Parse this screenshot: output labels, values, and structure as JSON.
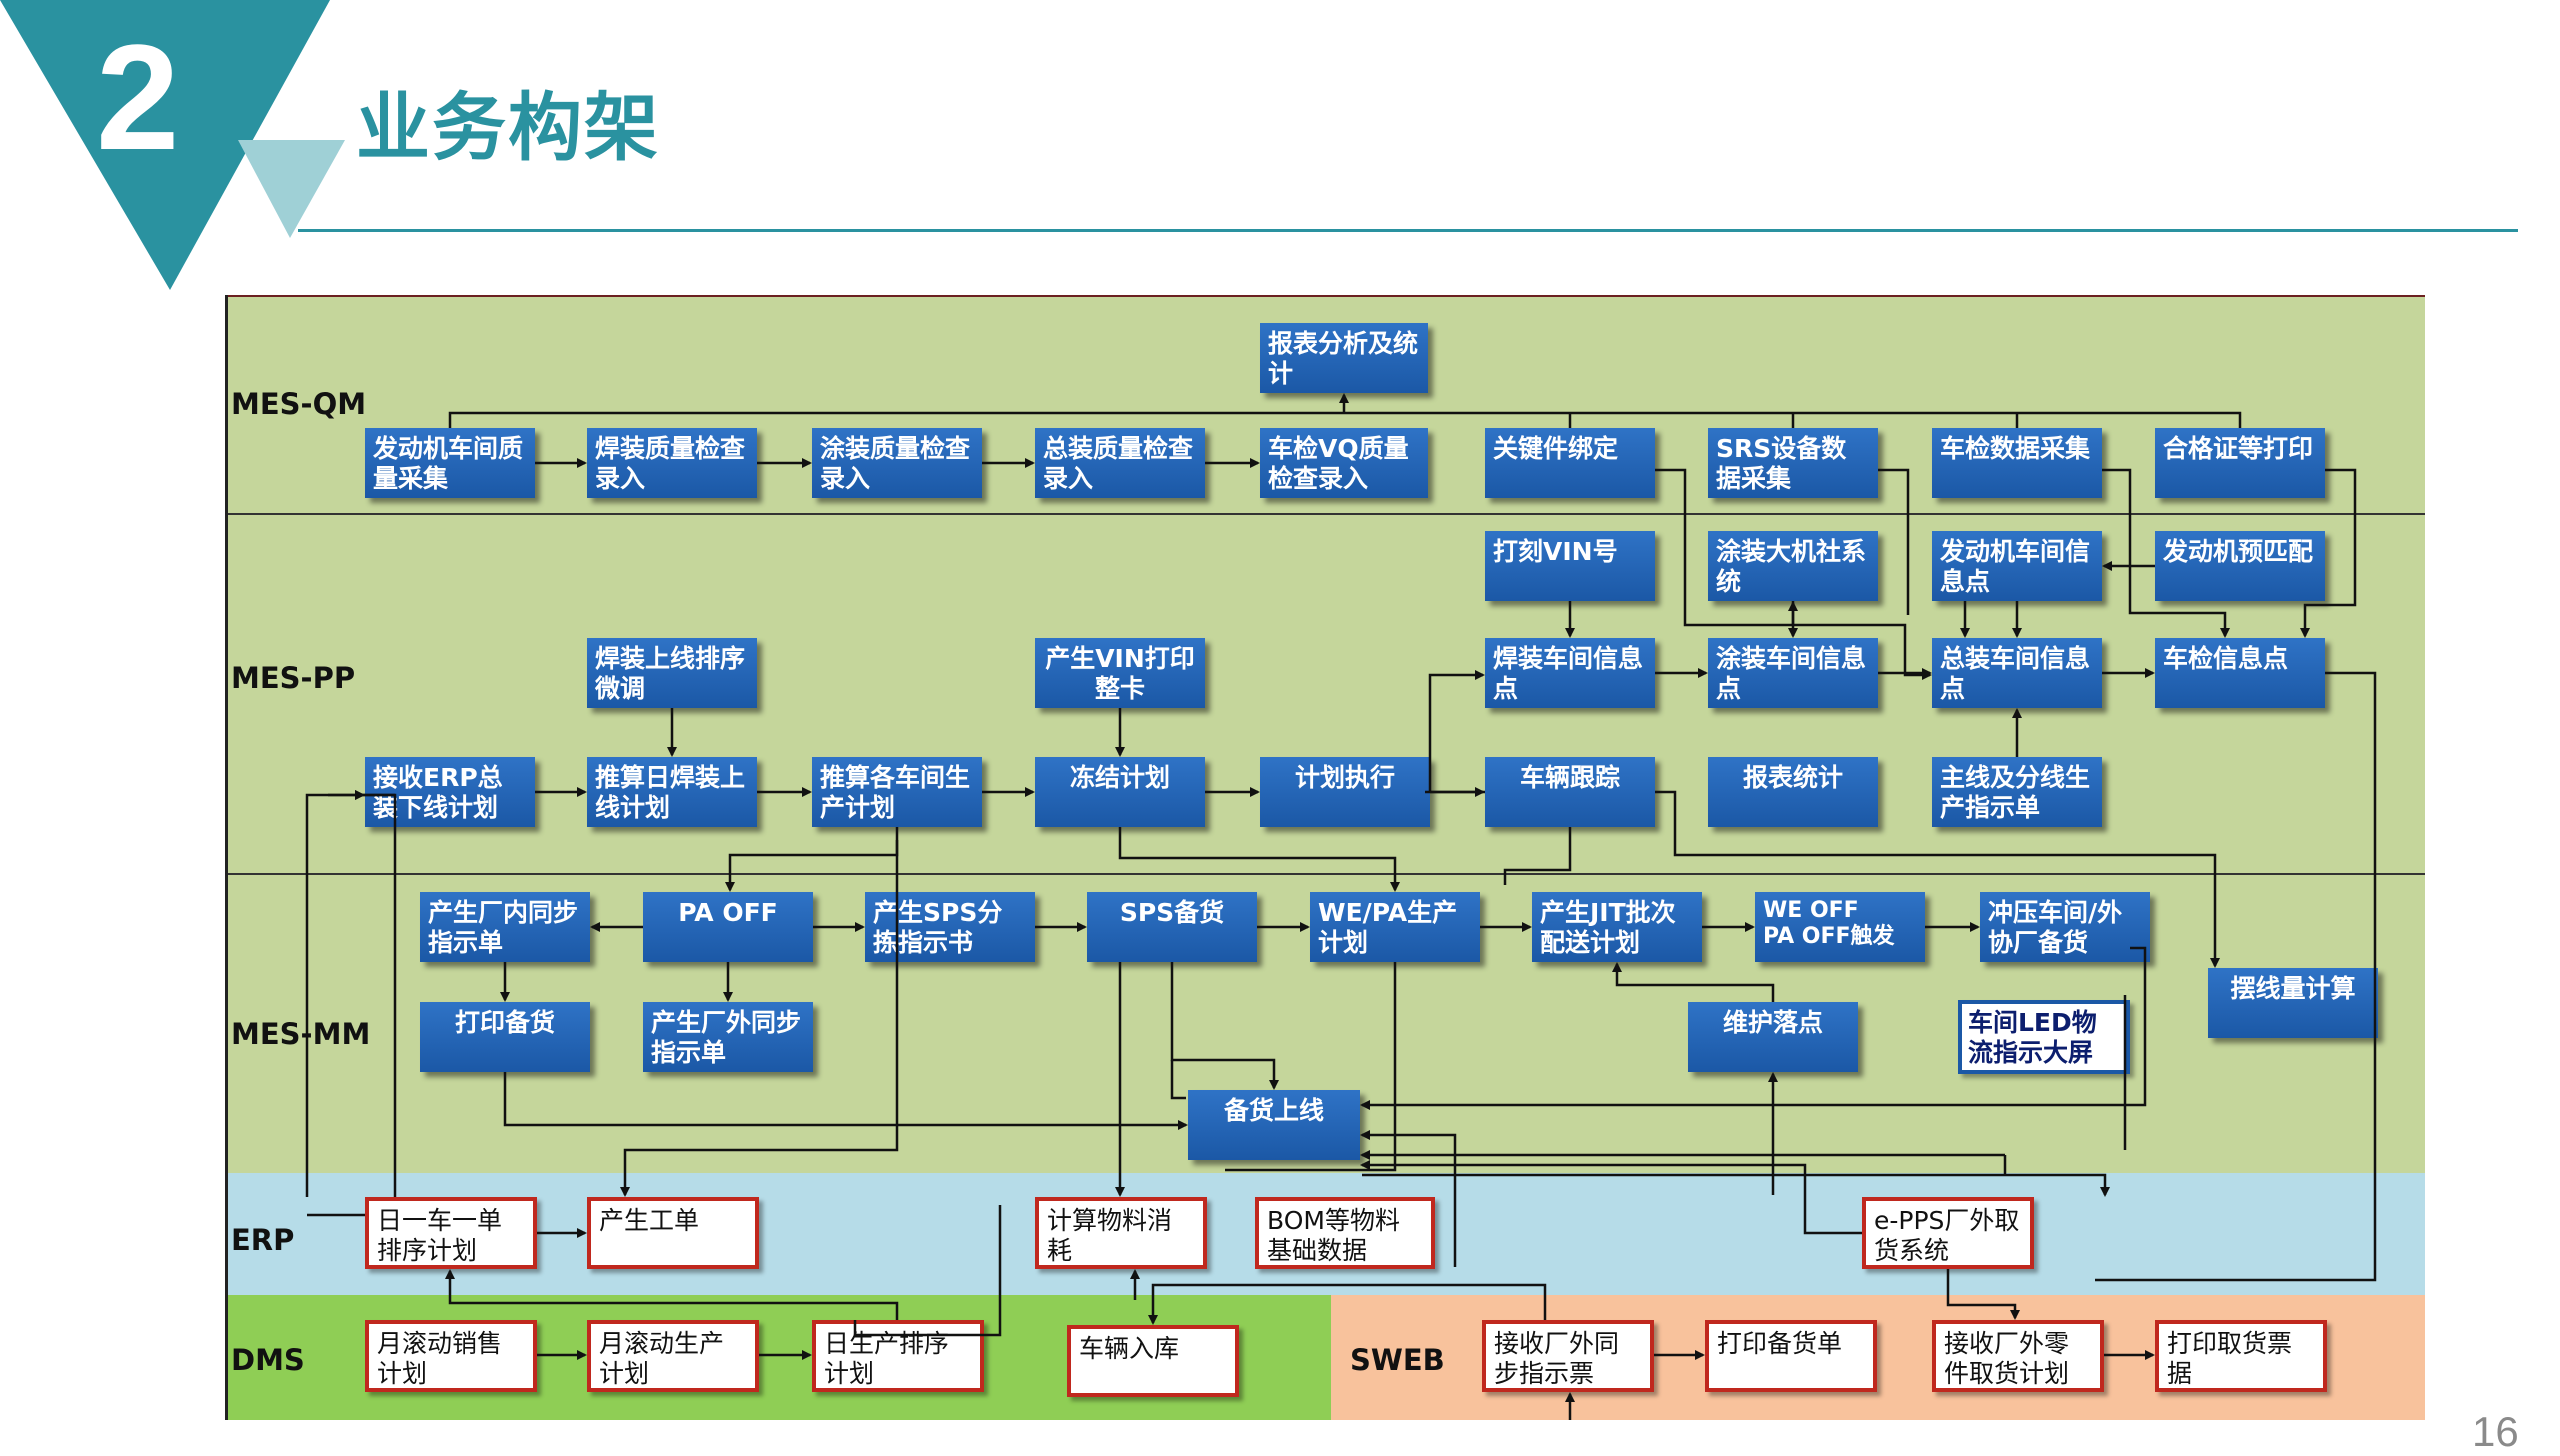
{
  "header": {
    "number": "2",
    "title": "业务构架"
  },
  "slide_number": "16",
  "bands": {
    "qm": "MES-QM",
    "pp": "MES-PP",
    "mm": "MES-MM",
    "erp": "ERP",
    "dms": "DMS",
    "sweb": "SWEB"
  },
  "nodes": {
    "qm_report": "报表分析及统计",
    "qm_engine": "发动机车间质量采集",
    "qm_weld": "焊装质量检查录入",
    "qm_paint": "涂装质量检查录入",
    "qm_assembly": "总装质量检查录入",
    "qm_vq": "车检VQ质量检查录入",
    "qm_keypart": "关键件绑定",
    "qm_srs": "SRS设备数据采集",
    "qm_inspect": "车检数据采集",
    "qm_cert": "合格证等打印",
    "pp_vin_engrave": "打刻VIN号",
    "pp_paint_robot": "涂装大机社系统",
    "pp_engine_info": "发动机车间信息点",
    "pp_engine_match": "发动机预匹配",
    "pp_weld_seq": "焊装上线排序微调",
    "pp_vin_print": "产生VIN打印整卡",
    "pp_weld_info": "焊装车间信息点",
    "pp_paint_info": "涂装车间信息点",
    "pp_assembly_info": "总装车间信息点",
    "pp_inspect_info": "车检信息点",
    "pp_recv_erp": "接收ERP总装下线计划",
    "pp_calc_weld": "推算日焊装上线计划",
    "pp_calc_shop": "推算各车间生产计划",
    "pp_freeze": "冻结计划",
    "pp_exec": "计划执行",
    "pp_track": "车辆跟踪",
    "pp_report": "报表统计",
    "pp_mainline": "主线及分线生产指示单",
    "mm_sync_in": "产生厂内同步指示单",
    "mm_pa_off": "PA OFF",
    "mm_sps_pick": "产生SPS分拣指示书",
    "mm_sps_stock": "SPS备货",
    "mm_wepa": "WE/PA生产计划",
    "mm_jit": "产生JIT批次配送计划",
    "mm_weoff": "WE OFF\nPA OFF触发",
    "mm_stamp": "冲压车间/外协厂备货",
    "mm_print": "打印备货",
    "mm_sync_out": "产生厂外同步指示单",
    "mm_maint": "维护落点",
    "mm_led": "车间LED物流指示大屏",
    "mm_swing": "摆线量计算",
    "mm_online": "备货上线",
    "erp_daily": "日一车一单排序计划",
    "erp_order": "产生工单",
    "erp_consume": "计算物料消耗",
    "erp_bom": "BOM等物料基础数据",
    "erp_epps": "e-PPS厂外取货系统",
    "dms_sales": "月滚动销售计划",
    "dms_prod": "月滚动生产计划",
    "dms_daily": "日生产排序计划",
    "dms_storage": "车辆入库",
    "sweb_recv_sync": "接收厂外同步指示票",
    "sweb_print_stock": "打印备货单",
    "sweb_recv_parts": "接收厂外零件取货计划",
    "sweb_print_pick": "打印取货票据"
  },
  "colors": {
    "accent": "#2a92a0",
    "band_qm": "#c5d69b",
    "band_pp": "#c5d69b",
    "band_mm": "#c5d69b",
    "band_erp": "#b6dce8",
    "band_dms": "#8fce55",
    "band_sweb": "#f8c29c",
    "node_blue": "#1f5fae",
    "node_border_red": "#c0281e"
  }
}
